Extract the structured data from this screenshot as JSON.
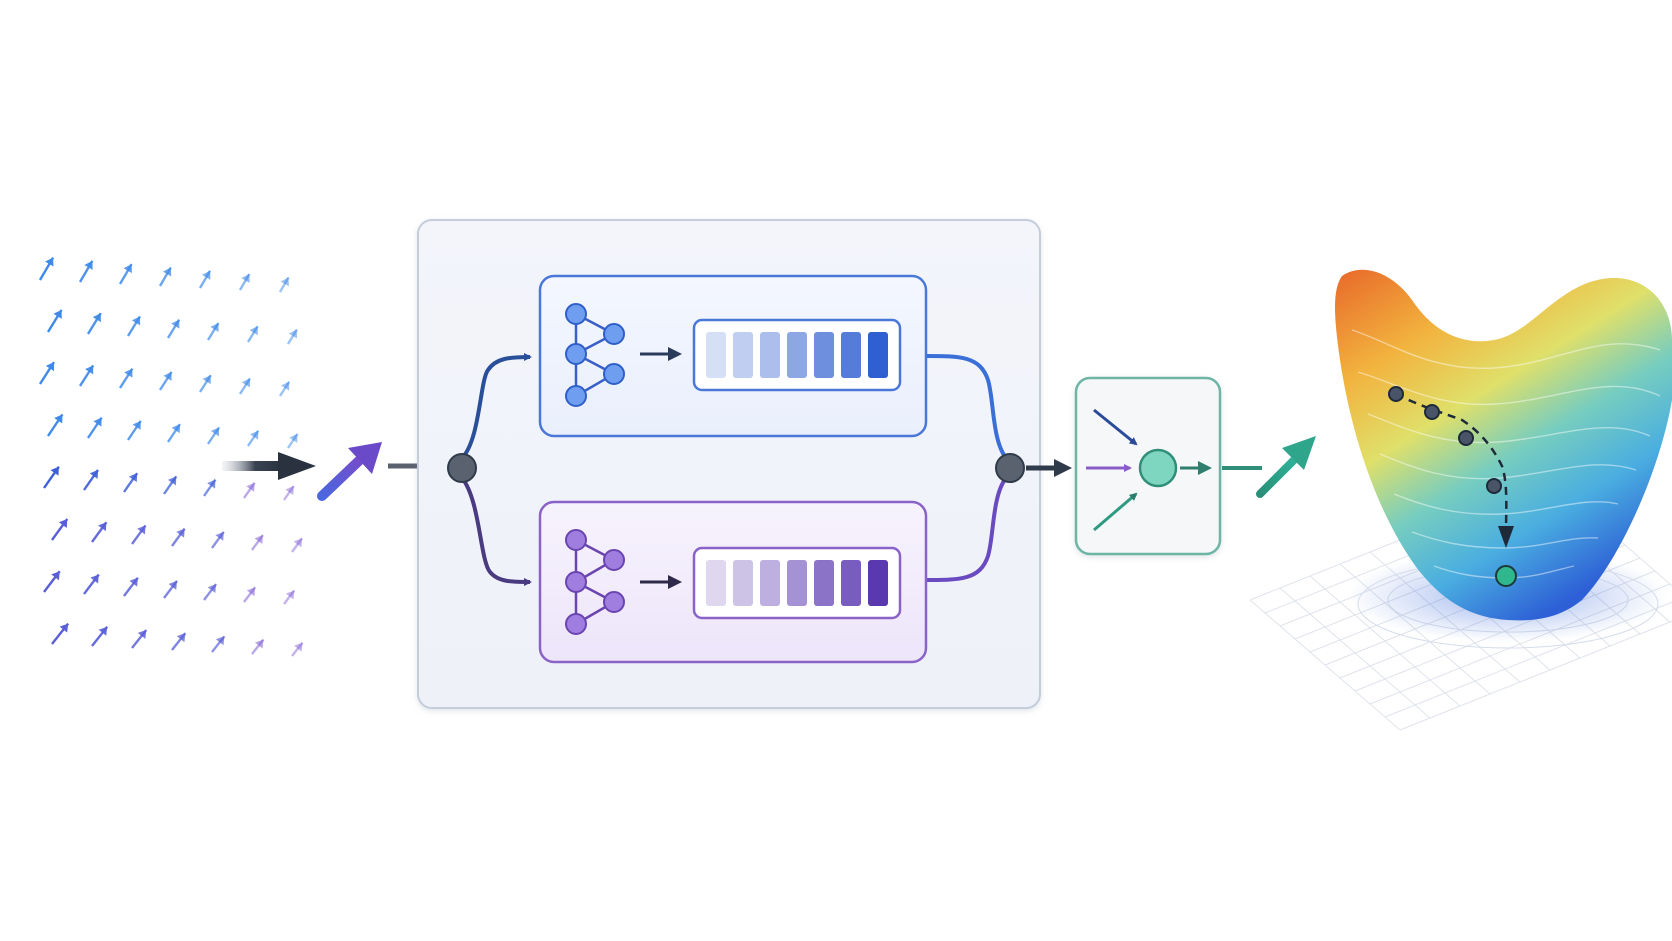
{
  "colors": {
    "background": "#ffffff",
    "panel_fill": "#f2f4fa",
    "panel_stroke": "#c9cfdc",
    "blue_primary": "#3a6fd8",
    "blue_light": "#6fa6ee",
    "purple_primary": "#7a55c2",
    "purple_light": "#a58ae0",
    "node_gray": "#5a6270",
    "arrow_dark": "#2f3a4a",
    "teal": "#2f9a82",
    "teal_light": "#7fd6c0",
    "surface_orange": "#e8702a",
    "surface_yellow": "#f3c84a",
    "surface_cyan": "#5fc4d8",
    "surface_blue": "#2f67d8"
  },
  "diagram": {
    "input_field": {
      "icon": "vector-field-icon",
      "arrow_count": 56
    },
    "merge_transition": {
      "icon": "dark-arrow-icon"
    },
    "selected_direction": {
      "icon": "diagonal-gradient-arrow-icon"
    },
    "branch_panel": {
      "icon": "split-merge-panel",
      "branches": [
        {
          "id": "upper",
          "color_key": "blue_primary",
          "icon": "neural-network-icon",
          "bar_levels": [
            0.2,
            0.3,
            0.4,
            0.55,
            0.7,
            0.82,
            1.0
          ]
        },
        {
          "id": "lower",
          "color_key": "purple_primary",
          "icon": "neural-network-icon",
          "bar_levels": [
            0.2,
            0.3,
            0.4,
            0.55,
            0.7,
            0.82,
            1.0
          ]
        }
      ]
    },
    "aggregator": {
      "icon": "aggregation-node-icon",
      "inputs": 3
    },
    "output_direction": {
      "icon": "teal-arrow-icon"
    },
    "loss_surface": {
      "icon": "loss-landscape-icon",
      "descent_path_points": 5,
      "minimum_marker": "minimum-point-icon"
    }
  }
}
